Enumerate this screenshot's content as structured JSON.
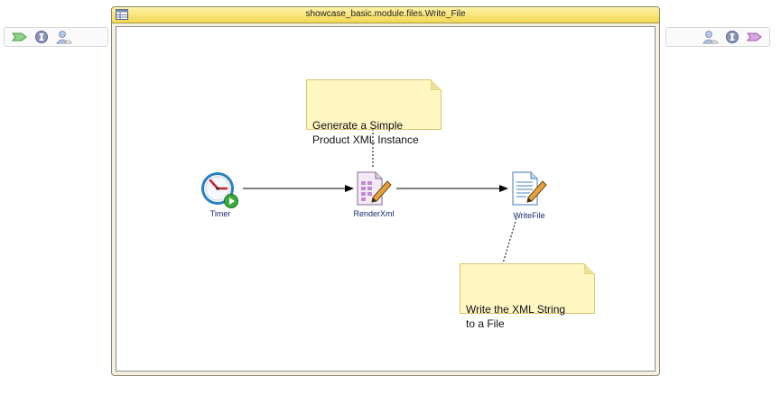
{
  "window": {
    "title": "showcase_basic.module.files.Write_File"
  },
  "side_panels": {
    "left": [
      "arrow-right-icon",
      "info-icon",
      "people-icon"
    ],
    "right": [
      "people-icon",
      "info-icon",
      "arrow-right-icon"
    ]
  },
  "notes": {
    "top": "Generate a Simple\nProduct XML Instance",
    "bottom": "Write the XML String\nto a File"
  },
  "nodes": {
    "timer": {
      "label": "Timer",
      "icon": "clock-icon"
    },
    "render": {
      "label": "RenderXml",
      "icon": "xml-edit-icon"
    },
    "write": {
      "label": "WriteFile",
      "icon": "file-edit-icon"
    }
  },
  "colors": {
    "title_bar": "#f2d850",
    "note_bg": "#fff7c2",
    "label": "#1a2a6e",
    "arrow": "#000000"
  }
}
